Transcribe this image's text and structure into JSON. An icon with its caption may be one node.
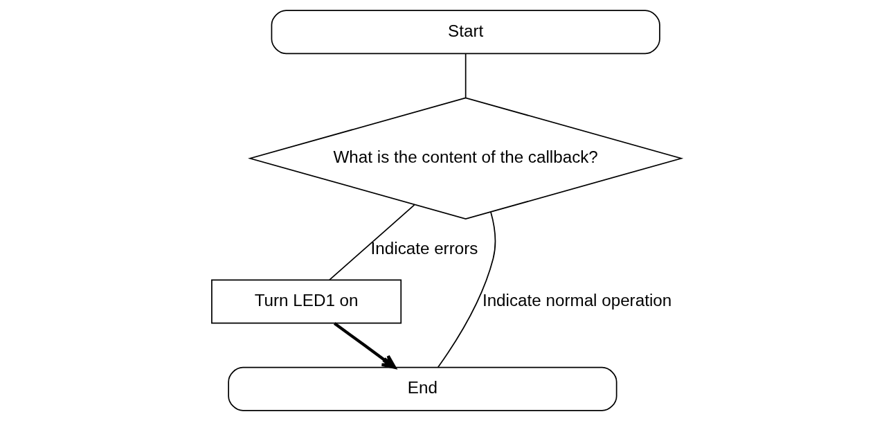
{
  "diagram": {
    "nodes": [
      {
        "text": [
          "Start"
        ]
      },
      {
        "text": [
          "What is the content of the callback?"
        ]
      },
      {
        "text": [
          "Turn LED1 on"
        ]
      },
      {
        "text": [
          "End"
        ]
      }
    ],
    "edges": [
      {
        "from": 0,
        "to": 1,
        "arrow": "none"
      },
      {
        "from": 1,
        "to": 2,
        "arrow": "none",
        "label": "Indicate errors"
      },
      {
        "from": 1,
        "to": 3,
        "arrow": "none",
        "label": "Indicate normal operation"
      },
      {
        "from": 2,
        "to": 3,
        "arrow": "to",
        "style": "thick"
      }
    ]
  }
}
